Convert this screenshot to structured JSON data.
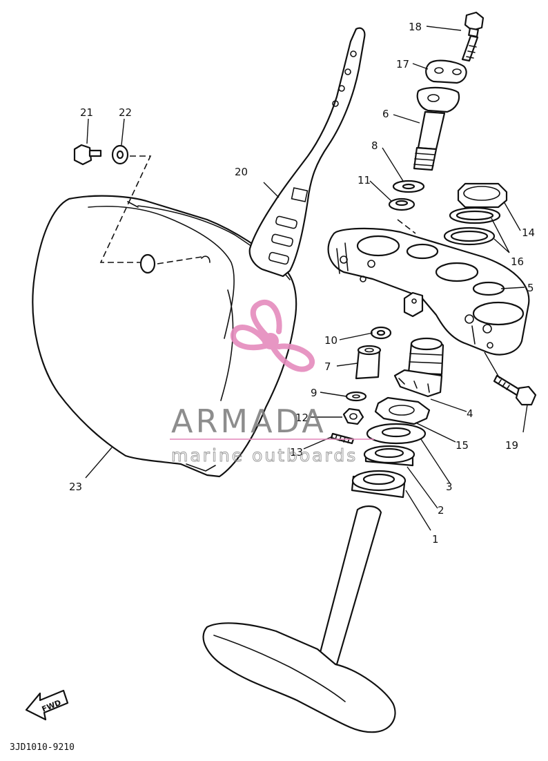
{
  "callouts": {
    "c1": "1",
    "c2": "2",
    "c3": "3",
    "c4": "4",
    "c5": "5",
    "c6": "6",
    "c7": "7",
    "c8": "8",
    "c9": "9",
    "c10": "10",
    "c11": "11",
    "c12": "12",
    "c13": "13",
    "c14": "14",
    "c15": "15",
    "c16": "16",
    "c17": "17",
    "c18": "18",
    "c19": "19",
    "c20": "20",
    "c21": "21",
    "c22": "22",
    "c23": "23"
  },
  "diagram_code": "3JD1010-9210",
  "fwd_label": "FWD",
  "watermark": {
    "brand": "ARMADA",
    "tagline": "marine outboards",
    "logo_color": "#e58bbd",
    "text_color": "#7a7a7a"
  }
}
